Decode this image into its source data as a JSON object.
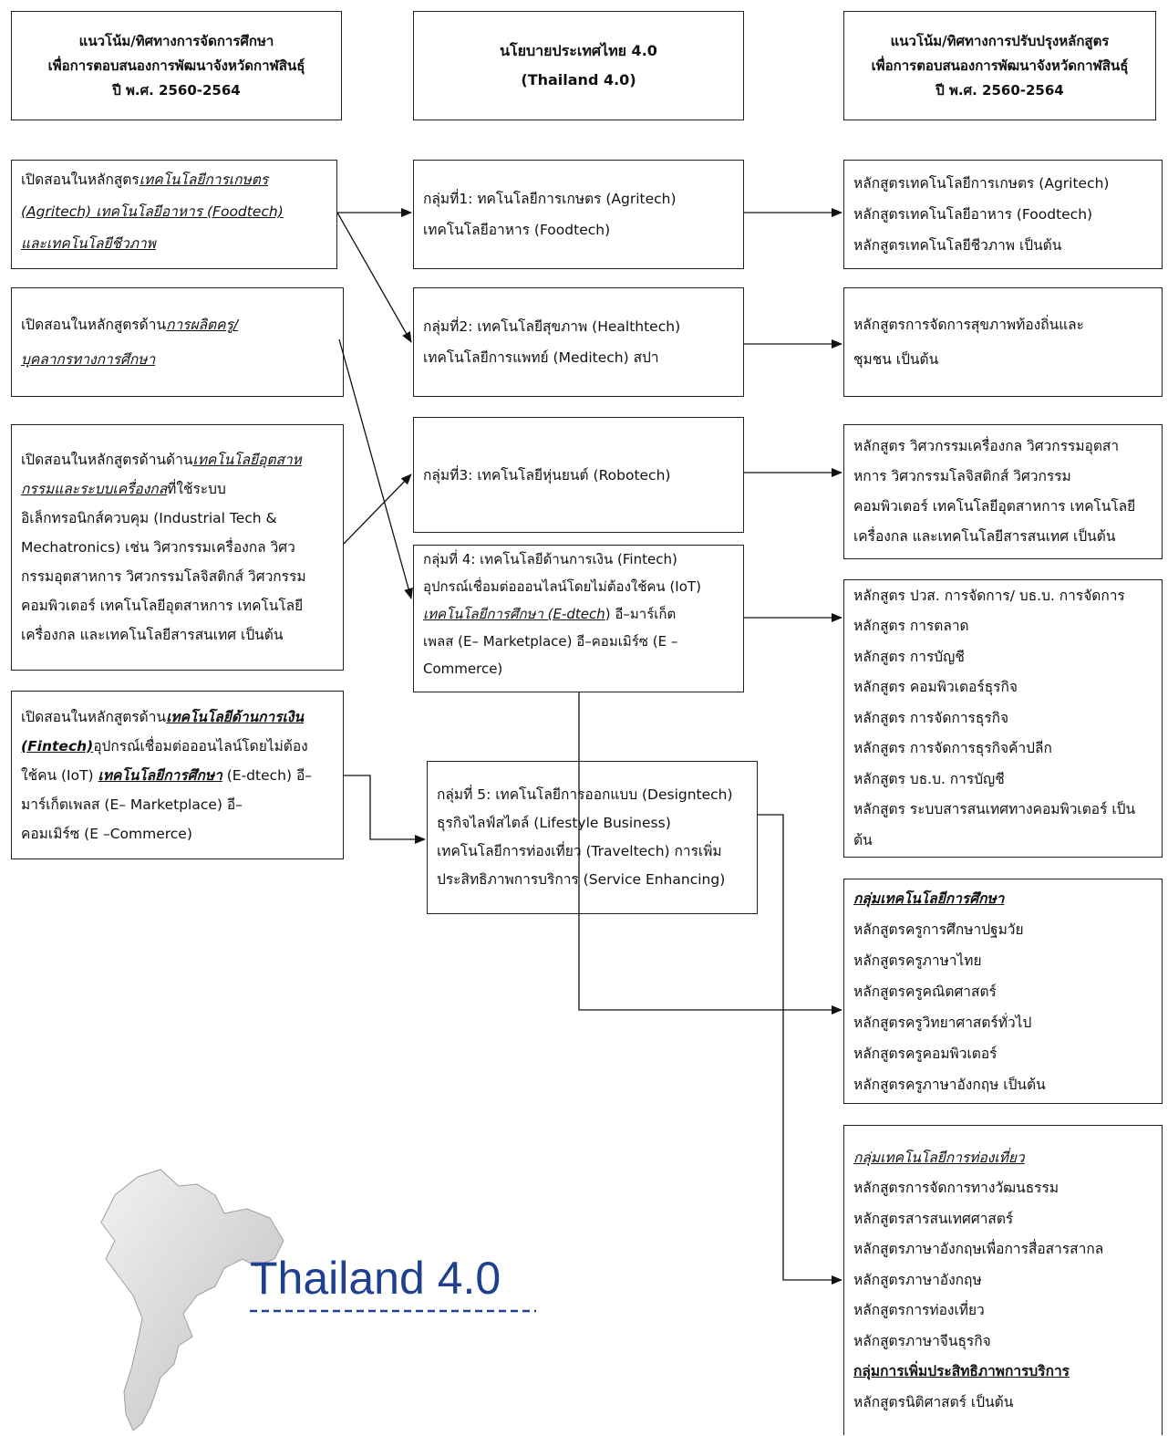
{
  "headers": {
    "left": [
      "แนวโน้ม/ทิศทางการจัดการศึกษา",
      "เพื่อการตอบสนองการพัฒนาจังหวัดกาฬสินธุ์",
      "ปี พ.ศ.  2560-2564"
    ],
    "center": [
      "นโยบายประเทศไทย 4.0",
      "(Thailand 4.0)"
    ],
    "right": [
      "แนวโน้ม/ทิศทางการปรับปรุงหลักสูตร",
      "เพื่อการตอบสนองการพัฒนาจังหวัดกาฬสินธุ์",
      "ปี พ.ศ.  2560-2564"
    ]
  },
  "left_boxes": {
    "l1": {
      "pre": "เปิดสอนในหลักสูตร",
      "u1": "เทคโนโลยีการเกษตร",
      "u2": "(Agritech) เทคโนโลยีอาหาร (Foodtech)",
      "u3": "และเทคโนโลยีชีวภาพ"
    },
    "l2": {
      "pre": "เปิดสอนในหลักสูตรด้าน",
      "u1": "การผลิตครู/",
      "u2": "บุคลากรทางการศึกษา"
    },
    "l3": {
      "pre": "เปิดสอนในหลักสูตรด้านด้าน",
      "u1": "เทคโนโลยีอุตสาห",
      "u2": "กรรมและระบบเครื่องกล",
      "post2": "ที่ใช้ระบบ",
      "line3": "อิเล็กทรอนิกส์ควบคุม (Industrial Tech &",
      "line4": "Mechatronics) เช่น วิศวกรรมเครื่องกล วิศว",
      "line5": "กรรมอุตสาหการ วิศวกรรมโลจิสติกส์ วิศวกรรม",
      "line6": "คอมพิวเตอร์ เทคโนโลยีอุตสาหการ เทคโนโลยี",
      "line7": "เครื่องกล และเทคโนโลยีสารสนเทศ เป็นต้น"
    },
    "l4": {
      "pre": "เปิดสอนในหลักสูตรด้าน",
      "b1": "เทคโนโลยีด้านการเงิน",
      "b2": "(Fintech)",
      "post2": "อุปกรณ์เชื่อมต่อออนไลน์โดยไม่ต้อง",
      "pre3": "ใช้คน (IoT) ",
      "b3": "เทคโนโลยีการศึกษา",
      "post3": " (E-dtech) อี–",
      "line4": "มาร์เก็ตเพลส (E– Marketplace)   อี–",
      "line5": "คอมเมิร์ซ (E –Commerce)"
    }
  },
  "center_boxes": {
    "c1": [
      "กลุ่มที่1: ทคโนโลยีการเกษตร (Agritech)",
      "เทคโนโลยีอาหาร (Foodtech)"
    ],
    "c2": [
      "กลุ่มที่2: เทคโนโลยีสุขภาพ (Healthtech)",
      "เทคโนโลยีการแพทย์ (Meditech) สปา"
    ],
    "c3": [
      "กลุ่มที่3: เทคโนโลยีหุ่นยนต์ (Robotech)"
    ],
    "c4": {
      "line1": "กลุ่มที่ 4:  เทคโนโลยีด้านการเงิน (Fintech)",
      "line2": "อุปกรณ์เชื่อมต่อออนไลน์โดยไม่ต้องใช้คน (IoT)",
      "u3": "เทคโนโลยีการศึกษา (E-dtech",
      "post3": ") อี–มาร์เก็ต",
      "line4": "เพลส (E– Marketplace)    อี–คอมเมิร์ซ (E –",
      "line5": "Commerce)"
    },
    "c5": [
      "กลุ่มที่ 5: เทคโนโลยีการออกแบบ (Designtech)",
      "ธุรกิจไลฟ์สไตล์ (Lifestyle Business)",
      "เทคโนโลยีการท่องเที่ยว (Traveltech) การเพิ่ม",
      "ประสิทธิภาพการบริการ (Service Enhancing)"
    ]
  },
  "right_boxes": {
    "r1": [
      "หลักสูตรเทคโนโลยีการเกษตร (Agritech)",
      "หลักสูตรเทคโนโลยีอาหาร (Foodtech)",
      "หลักสูตรเทคโนโลยีชีวภาพ เป็นต้น"
    ],
    "r2": [
      "หลักสูตรการจัดการสุขภาพท้องถิ่นและ",
      "ชุมชน เป็นต้น"
    ],
    "r3": [
      "หลักสูตร วิศวกรรมเครื่องกล วิศวกรรมอุตสา",
      "หการ วิศวกรรมโลจิสติกส์ วิศวกรรม",
      "คอมพิวเตอร์ เทคโนโลยีอุตสาหการ เทคโนโลยี",
      "เครื่องกล และเทคโนโลยีสารสนเทศ เป็นต้น"
    ],
    "r4": [
      "หลักสูตร ปวส. การจัดการ/ บธ.บ. การจัดการ",
      "หลักสูตร การตลาด",
      "หลักสูตร การบัญชี",
      "หลักสูตร คอมพิวเตอร์ธุรกิจ",
      "หลักสูตร การจัดการธุรกิจ",
      "หลักสูตร การจัดการธุรกิจค้าปลีก",
      "หลักสูตร บธ.บ. การบัญชี",
      "หลักสูตร ระบบสารสนเทศทางคอมพิวเตอร์ เป็น",
      "ต้น"
    ],
    "r5": {
      "title": "กลุ่มเทคโนโลยีการศึกษา",
      "items": [
        "หลักสูตรครูการศึกษาปฐมวัย",
        "หลักสูตรครูภาษาไทย",
        "หลักสูตรครูคณิตศาสตร์",
        "หลักสูตรครูวิทยาศาสตร์ทั่วไป",
        "หลักสูตรครูคอมพิวเตอร์",
        "หลักสูตรครูภาษาอังกฤษ เป็นต้น"
      ]
    },
    "r6": {
      "title": "กลุ่มเทคโนโลยีการท่องเที่ยว",
      "items": [
        "หลักสูตรการจัดการทางวัฒนธรรม",
        "หลักสูตรสารสนเทศศาสตร์",
        "หลักสูตรภาษาอังกฤษเพื่อการสื่อสารสากล",
        "หลักสูตรภาษาอังกฤษ",
        "หลักสูตรการท่องเที่ยว",
        "หลักสูตรภาษาจีนธุรกิจ"
      ],
      "title2": "กลุ่มการเพิ่มประสิทธิภาพการบริการ",
      "last": "หลักสูตรนิติศาสตร์ เป็นต้น"
    }
  },
  "logo": {
    "text": "Thailand 4.0",
    "text_color": "#1f3f8f",
    "map_color": "#d8d8d8"
  },
  "colors": {
    "border": "#222222",
    "arrow": "#111111"
  }
}
